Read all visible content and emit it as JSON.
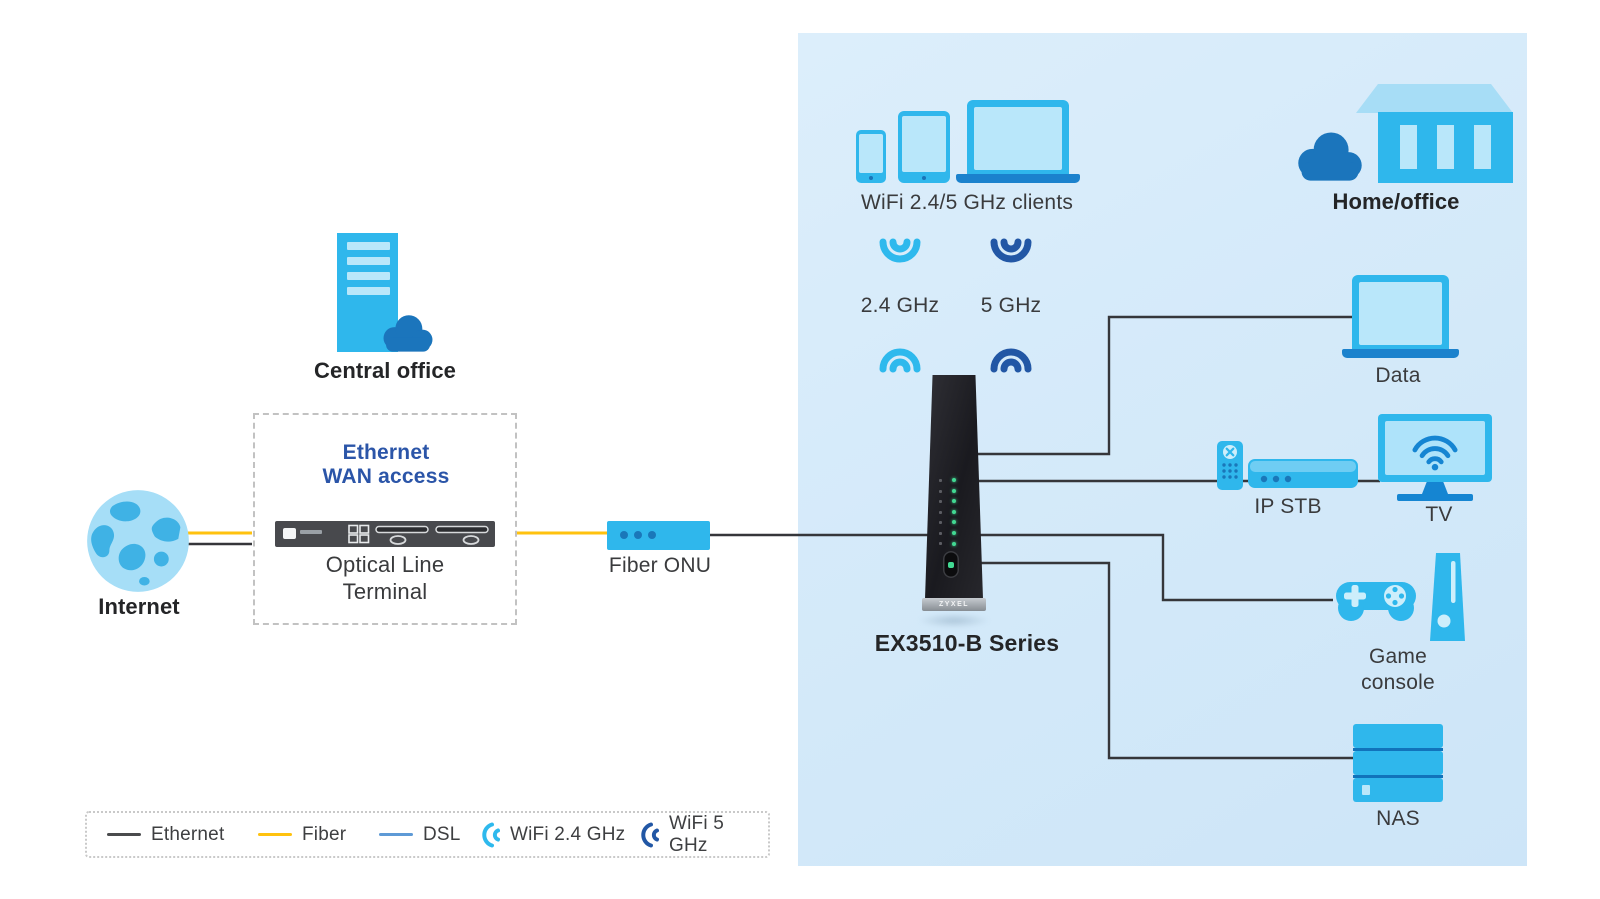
{
  "nodes": {
    "internet": {
      "label": "Internet",
      "icon": "globe-icon"
    },
    "central_office": {
      "label": "Central office",
      "icon": "office-tower-cloud-icon"
    },
    "wan_access": {
      "heading": "Ethernet\nWAN access",
      "device": "Optical Line\nTerminal",
      "icon": "olt-rack-icon"
    },
    "fiber_onu": {
      "label": "Fiber ONU",
      "icon": "onu-box-icon"
    },
    "wifi_clients": {
      "label": "WiFi 2.4/5 GHz clients",
      "icons": [
        "smartphone-icon",
        "tablet-icon",
        "laptop-icon"
      ]
    },
    "band_24": {
      "label": "2.4 GHz",
      "icon": "wifi-wave-cyan-icon"
    },
    "band_5": {
      "label": "5 GHz",
      "icon": "wifi-wave-darkblue-icon"
    },
    "router": {
      "label": "EX3510-B Series",
      "brand": "ZYXEL",
      "icon": "router-tower-icon"
    },
    "home_office": {
      "label": "Home/office",
      "icon": "building-cloud-icon"
    },
    "data": {
      "label": "Data",
      "icon": "laptop-icon"
    },
    "ip_stb": {
      "label": "IP STB",
      "icon": "remote-and-settop-box-icon"
    },
    "tv": {
      "label": "TV",
      "icon": "tv-wifi-icon"
    },
    "game_console": {
      "label": "Game\nconsole",
      "icon": "gamepad-console-icon"
    },
    "nas": {
      "label": "NAS",
      "icon": "nas-stack-icon"
    }
  },
  "legend": {
    "items": [
      {
        "label": "Ethernet",
        "swatch": "line",
        "color": "#4a4b4d"
      },
      {
        "label": "Fiber",
        "swatch": "line",
        "color": "#ffc20e"
      },
      {
        "label": "DSL",
        "swatch": "line",
        "color": "#5e9ad6"
      },
      {
        "label": "WiFi 2.4 GHz",
        "swatch": "wifi-arcs",
        "color": "#2eb9ed"
      },
      {
        "label": "WiFi 5 GHz",
        "swatch": "wifi-arcs",
        "color": "#2257a5"
      }
    ]
  },
  "colors": {
    "panel_bg": "#d7ebfa",
    "icon_cyan": "#2fb7ec",
    "icon_light_fill": "#b9e7fa",
    "accent_blue": "#1b82cd",
    "dark_blue_cloud": "#1b75bc",
    "wifi_24_cyan": "#2eb9ed",
    "wifi_5_darkblue": "#2257a5",
    "heading_blue": "#2b55a8",
    "fiber_yellow": "#ffc20e",
    "ethernet_line": "#35363a"
  }
}
